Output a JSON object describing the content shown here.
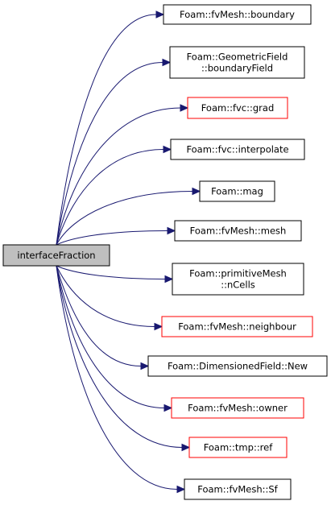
{
  "graph": {
    "root": {
      "label": "interfaceFraction"
    },
    "callees": [
      {
        "id": "boundary",
        "lines": [
          "Foam::fvMesh::boundary"
        ],
        "color": "#000000"
      },
      {
        "id": "boundaryField",
        "lines": [
          "Foam::GeometricField",
          "::boundaryField"
        ],
        "color": "#000000"
      },
      {
        "id": "grad",
        "lines": [
          "Foam::fvc::grad"
        ],
        "color": "#ff0000"
      },
      {
        "id": "interpolate",
        "lines": [
          "Foam::fvc::interpolate"
        ],
        "color": "#000000"
      },
      {
        "id": "mag",
        "lines": [
          "Foam::mag"
        ],
        "color": "#000000"
      },
      {
        "id": "mesh",
        "lines": [
          "Foam::fvMesh::mesh"
        ],
        "color": "#000000"
      },
      {
        "id": "nCells",
        "lines": [
          "Foam::primitiveMesh",
          "::nCells"
        ],
        "color": "#000000"
      },
      {
        "id": "neighbour",
        "lines": [
          "Foam::fvMesh::neighbour"
        ],
        "color": "#ff0000"
      },
      {
        "id": "new",
        "lines": [
          "Foam::DimensionedField::New"
        ],
        "color": "#000000"
      },
      {
        "id": "owner",
        "lines": [
          "Foam::fvMesh::owner"
        ],
        "color": "#ff0000"
      },
      {
        "id": "ref",
        "lines": [
          "Foam::tmp::ref"
        ],
        "color": "#ff0000"
      },
      {
        "id": "sf",
        "lines": [
          "Foam::fvMesh::Sf"
        ],
        "color": "#000000"
      }
    ],
    "edge_color": "#191970"
  }
}
